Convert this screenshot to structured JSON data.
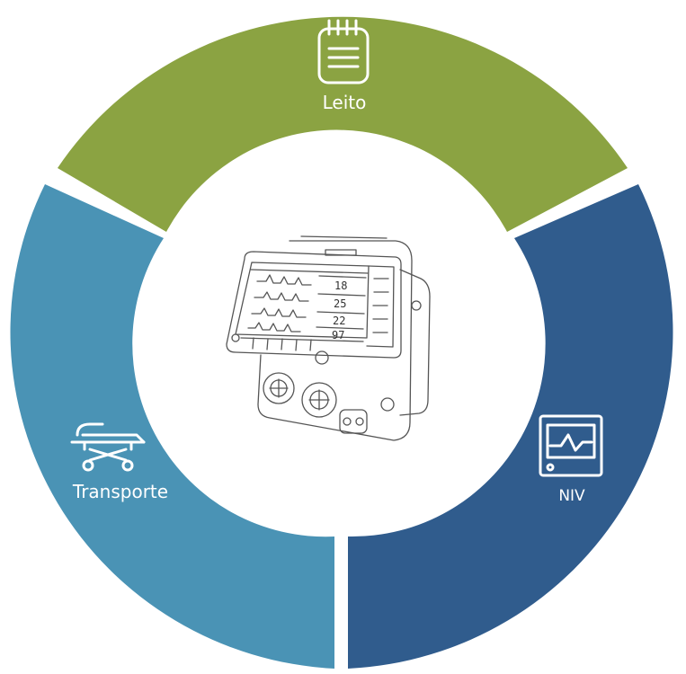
{
  "segments": [
    {
      "id": "leito",
      "label": "Leito",
      "icon": "notepad-icon",
      "color": "#8BA342"
    },
    {
      "id": "niv",
      "label": "NIV",
      "icon": "monitor-waveform-icon",
      "color": "#305C8D"
    },
    {
      "id": "transporte",
      "label": "Transporte",
      "icon": "stretcher-icon",
      "color": "#4A93B5"
    }
  ],
  "center": {
    "image": "ventilator-device-illustration",
    "screen_values": [
      "18",
      "25",
      "22",
      "97"
    ]
  },
  "colors": {
    "background": "#FFFFFF",
    "divider": "#FFFFFF",
    "icon_stroke": "#FFFFFF"
  }
}
